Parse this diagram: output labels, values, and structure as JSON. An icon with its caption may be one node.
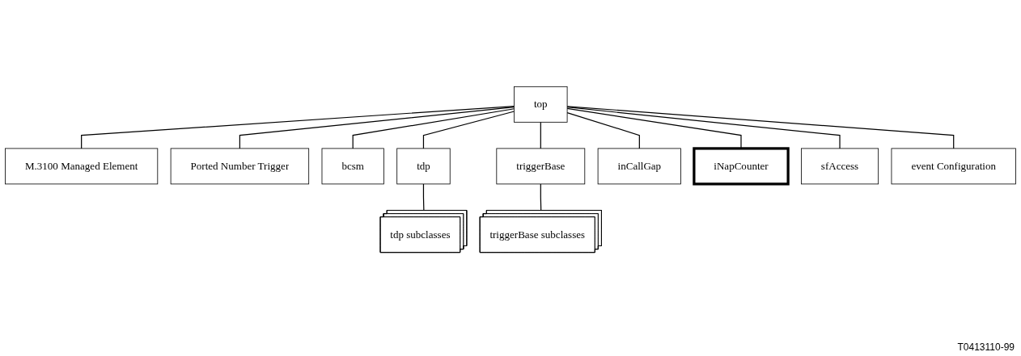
{
  "diagram": {
    "nodes": [
      {
        "text": [
          "top"
        ]
      },
      {
        "text": [
          "M.3100 Managed Element"
        ]
      },
      {
        "text": [
          "Ported Number Trigger"
        ]
      },
      {
        "text": [
          "bcsm"
        ]
      },
      {
        "text": [
          "tdp"
        ]
      },
      {
        "text": [
          "tdp subclasses"
        ]
      },
      {
        "text": [
          "triggerBase"
        ]
      },
      {
        "text": [
          "triggerBase subclasses"
        ]
      },
      {
        "text": [
          "inCallGap"
        ]
      },
      {
        "text": [
          "iNapCounter"
        ]
      },
      {
        "text": [
          "sfAccess"
        ]
      },
      {
        "text": [
          "event Configuration"
        ]
      }
    ],
    "edges": [
      {
        "from": 0,
        "to": 1,
        "arrow": "none"
      },
      {
        "from": 0,
        "to": 2,
        "arrow": "none"
      },
      {
        "from": 0,
        "to": 3,
        "arrow": "none"
      },
      {
        "from": 0,
        "to": 4,
        "arrow": "none"
      },
      {
        "from": 4,
        "to": 5,
        "arrow": "none"
      },
      {
        "from": 0,
        "to": 6,
        "arrow": "none"
      },
      {
        "from": 6,
        "to": 7,
        "arrow": "none"
      },
      {
        "from": 0,
        "to": 8,
        "arrow": "none"
      },
      {
        "from": 0,
        "to": 9,
        "arrow": "none"
      },
      {
        "from": 0,
        "to": 10,
        "arrow": "none"
      },
      {
        "from": 0,
        "to": 11,
        "arrow": "none"
      }
    ],
    "labels": [
      "T0413110-99"
    ]
  }
}
